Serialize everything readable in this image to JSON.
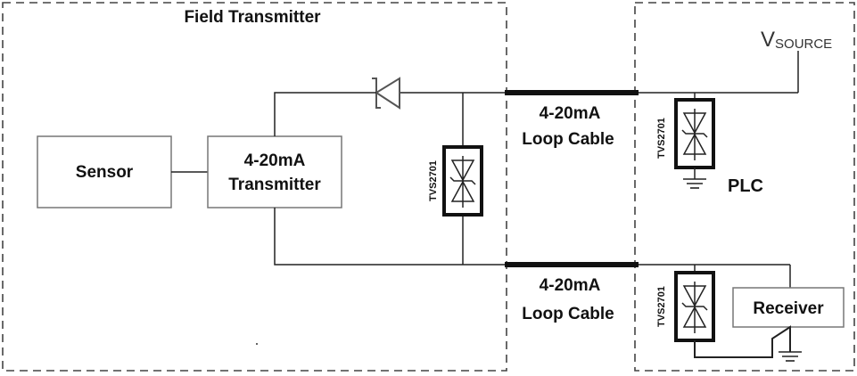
{
  "field_transmitter": {
    "title": "Field Transmitter"
  },
  "sensor": {
    "label": "Sensor"
  },
  "transmitter": {
    "line1": "4-20mA",
    "line2": "Transmitter"
  },
  "cable_top": {
    "line1": "4-20mA",
    "line2": "Loop Cable"
  },
  "cable_bottom": {
    "line1": "4-20mA",
    "line2": "Loop Cable"
  },
  "tvs": {
    "field": "TVS2701",
    "plc": "TVS2701",
    "receiver": "TVS2701"
  },
  "plc": {
    "label": "PLC"
  },
  "receiver": {
    "label": "Receiver"
  },
  "vsource": {
    "main": "V",
    "sub": "SOURCE"
  }
}
